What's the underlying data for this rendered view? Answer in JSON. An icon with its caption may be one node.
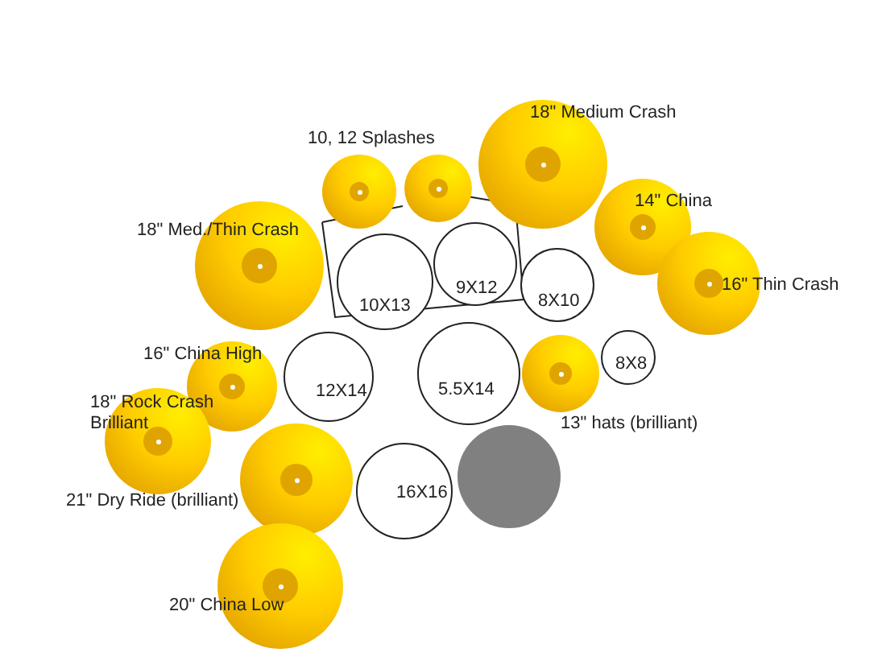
{
  "diagram": {
    "nodes": [
      {
        "text": [],
        "shape": "circle"
      },
      {
        "text": [],
        "shape": "circle"
      },
      {
        "text": [
          "18\" Medium Crash"
        ]
      },
      {
        "text": [
          "14\" China"
        ]
      },
      {
        "text": [
          "18\" Med./Thin Crash"
        ]
      },
      {
        "text": [
          "10X13"
        ]
      },
      {
        "text": [
          "9X12"
        ]
      },
      {
        "text": [
          "8X10"
        ]
      },
      {
        "text": [
          "16\" Thin Crash"
        ]
      },
      {
        "text": [
          "12X14"
        ]
      },
      {
        "text": [
          "13\" hats (brilliant)"
        ]
      },
      {
        "text": [
          "8X8"
        ]
      },
      {
        "text": [
          "5.5X14"
        ]
      },
      {
        "text": [
          "16\" China High"
        ]
      },
      {
        "text": [
          "18\" Rock Crash Brilliant"
        ]
      },
      {
        "text": [
          "21\" Dry Ride (brilliant)"
        ]
      },
      {
        "text": [
          "16X16"
        ]
      },
      {
        "text": [],
        "shape": "circle"
      },
      {
        "text": [
          "20\" China Low"
        ]
      }
    ],
    "edges": [],
    "labels": [
      "10, 12 Splashes"
    ]
  }
}
